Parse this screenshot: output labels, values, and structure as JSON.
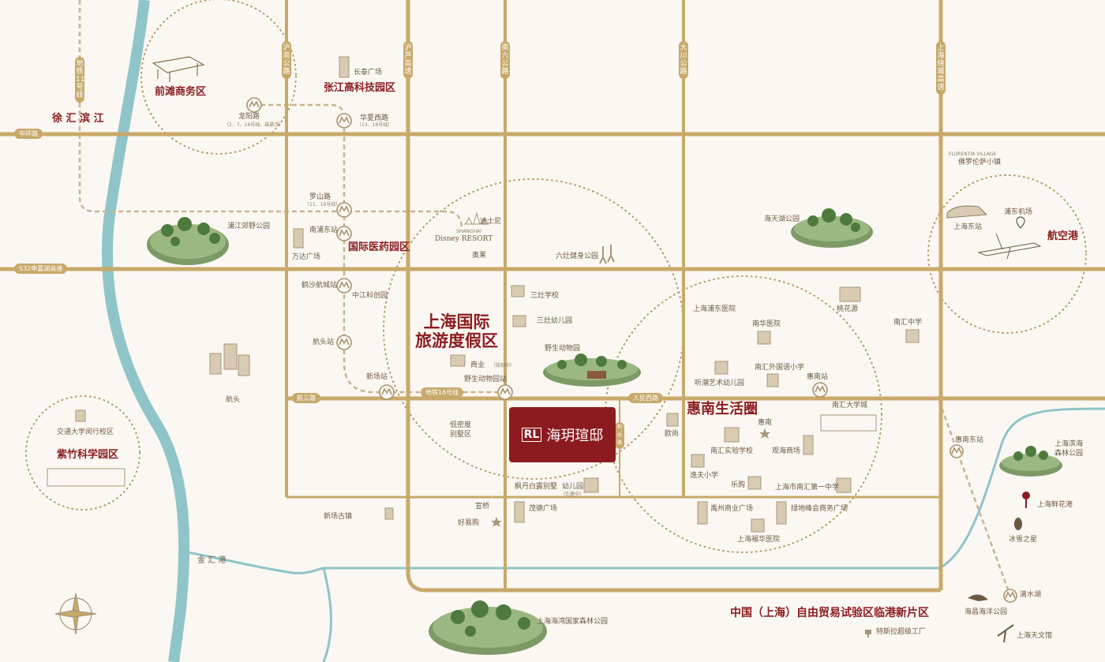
{
  "project": {
    "logo": "RL",
    "name": "海玥瑄邸",
    "road_sign": "和达路"
  },
  "zones": {
    "qiantan": "前滩商务区",
    "zhangjiang": "张江高科技园区",
    "medical": "国际医药园区",
    "resort": "上海国际\n旅游度假区",
    "huinan": "惠南生活圈",
    "zizhu": "紫竹科学园区",
    "airport": "航空港",
    "lingang": "中国（上海）自由贸易试验区临港新片区",
    "xuhui": "徐 汇 滨 江"
  },
  "roads": {
    "zhonghuan": "中环路",
    "s32": "S32申嘉湖高速",
    "hangsan": "航三路",
    "renminxi": "人民西路",
    "metro16": "地铁16号线",
    "metro11": "地铁11号线",
    "hunan": "沪南公路",
    "luhu": "沪芦高速",
    "nanliu": "南六公路",
    "dachuan": "大川公路",
    "raocheng": "上海绕城高速",
    "jinhui": "金 汇 港"
  },
  "stations": {
    "longyang": "龙阳路",
    "longyang_lines": "（2、7、16号线、磁悬浮）",
    "huaxia": "华夏西路",
    "huaxia_lines": "（13、16号线）",
    "luoshan": "罗山路",
    "luoshan_lines": "（11、16号线）",
    "nanpudong": "南浦东站",
    "heshahang": "鹤沙航城站",
    "hangtou": "航头站",
    "xinchang": "新场站",
    "yesheng": "野生动物园站",
    "huinan": "惠南站",
    "huinandong": "惠南东站",
    "dishui": "滴水湖"
  },
  "pois": {
    "changtai": "长泰广场",
    "pujiang": "浦江郊野公园",
    "wanda": "万达广场",
    "zhongjiang": "中江科创园",
    "hangtou": "航头",
    "jiaoda": "交通大学闵行校区",
    "disney_name": "迪士尼",
    "disney_logo_top": "SHANGHAI",
    "disney_logo": "Disney RESORT",
    "aolaiya": "奥莱",
    "liuzao_park": "六灶健身公园",
    "sanzao_school": "三灶学校",
    "sanzao_kg": "三灶幼儿园",
    "shangye": "商业",
    "shangye_note": "（规划中）",
    "zoo": "野生动物园",
    "lowdensity": "低密度\n别墅区",
    "fengdan": "枫丹白露别墅",
    "youeryuan": "幼儿园",
    "youeryuan_note": "（在建中）",
    "xuanqiao": "宣桥",
    "haoyigou": "好易购",
    "maode": "茂德广场",
    "xinchang_gu": "新场古镇",
    "senlin": "上海海湾国家森林公园",
    "haitianhu": "海天湖公园",
    "pudong_hosp": "上海浦东医院",
    "nanhua_hosp": "南华医院",
    "taohuayuan": "桃花源",
    "nanhui_mid": "南汇中学",
    "nanhui_foreign": "南汇外国语小学",
    "tingchao": "听潮艺术幼儿园",
    "nanhui_univ": "南汇大学城",
    "oushang": "欧尚",
    "huinan_star": "惠南",
    "nanhui_exp": "南汇实验学校",
    "guanhai": "观海商场",
    "yifu": "逸夫小学",
    "legou": "乐购",
    "nanhui_no1": "上海市南汇第一中学",
    "yuzhou": "禹州商业广场",
    "ludi": "绿地峰会商务广场",
    "fuhua": "上海福华医院",
    "florentia_name": "佛罗伦萨小镇",
    "florentia": "FLORENTIA VILLAGE",
    "pudong_airport": "浦东机场",
    "sh_east": "上海东站",
    "binhai_forest": "上海滨海\n森林公园",
    "xianhua": "上海鲜花港",
    "bingxue": "冰雪之星",
    "haichang": "海昌海洋公园",
    "tesla": "特斯拉超级工厂",
    "tianwen": "上海天文馆"
  },
  "colors": {
    "road": "#c8a96a",
    "river": "#8fc5c9",
    "accent": "#8c1b1f",
    "label": "#6b5a43",
    "dot": "#b79a66"
  }
}
